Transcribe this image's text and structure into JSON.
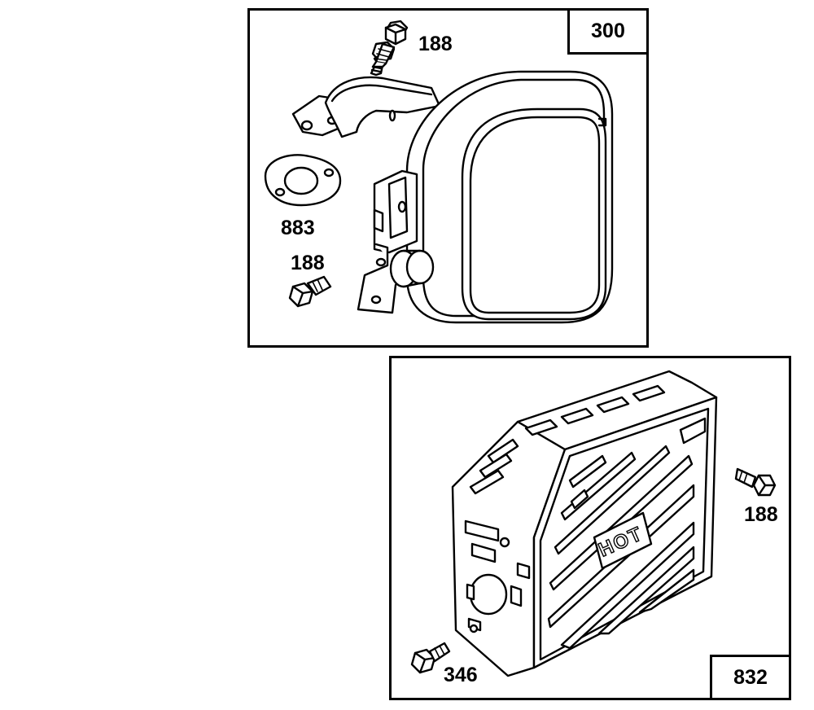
{
  "panels": {
    "muffler": {
      "ref_number": "300",
      "callouts": {
        "bolt_top": "188",
        "gasket": "883",
        "bolt_side": "188"
      }
    },
    "guard": {
      "ref_number": "832",
      "callouts": {
        "bolt_right": "188",
        "screw_bottom": "346"
      },
      "warning_text": "HOT"
    }
  }
}
